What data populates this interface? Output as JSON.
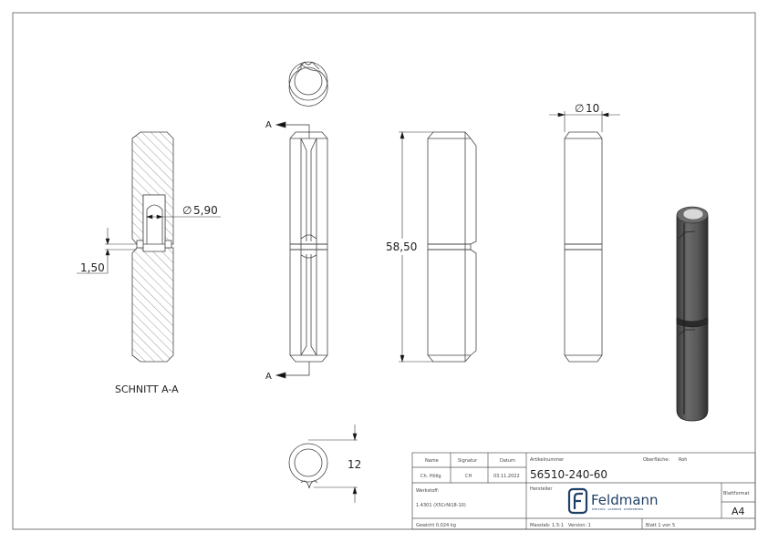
{
  "drawing": {
    "section_label": "SCHNITT A-A",
    "section_marker": "A",
    "dimensions": {
      "bore_diameter": "5,90",
      "groove_width": "1,50",
      "length": "58,50",
      "outer_diameter": "10",
      "end_height": "12",
      "diameter_symbol": "∅"
    },
    "views": [
      {
        "name": "section-a-a",
        "label": "SCHNITT A-A"
      },
      {
        "name": "top-end-view"
      },
      {
        "name": "front-view-with-section-line"
      },
      {
        "name": "side-view"
      },
      {
        "name": "right-view"
      },
      {
        "name": "isometric-view"
      },
      {
        "name": "bottom-end-view"
      }
    ]
  },
  "title_block": {
    "headers": {
      "name": "Name",
      "signature": "Signatur",
      "date": "Datum"
    },
    "values": {
      "name": "Ch. Hölig",
      "signature": "CH",
      "date": "03.11.2022"
    },
    "article_number_label": "Artikelnummer",
    "article_number": "56510-240-60",
    "surface_label": "Oberfläche:",
    "surface_value": "Roh",
    "material_label": "Werkstoff:",
    "material_value": "1.4301 (X5CrNi18-10)",
    "weight": "Gewicht 0.024 kg",
    "manufacturer_label": "Hersteller",
    "brand_name": "Feldmann",
    "brand_tagline": "EDELSTAHL · ALUMINIUM · SCHMIEDEEISEN",
    "brand_color": "#1f3f66",
    "format_label": "Blattformat",
    "format_value": "A4",
    "scale": "Masstab: 1.5:1",
    "version": "Version: 1",
    "sheet": "Blatt 1 von 5"
  }
}
